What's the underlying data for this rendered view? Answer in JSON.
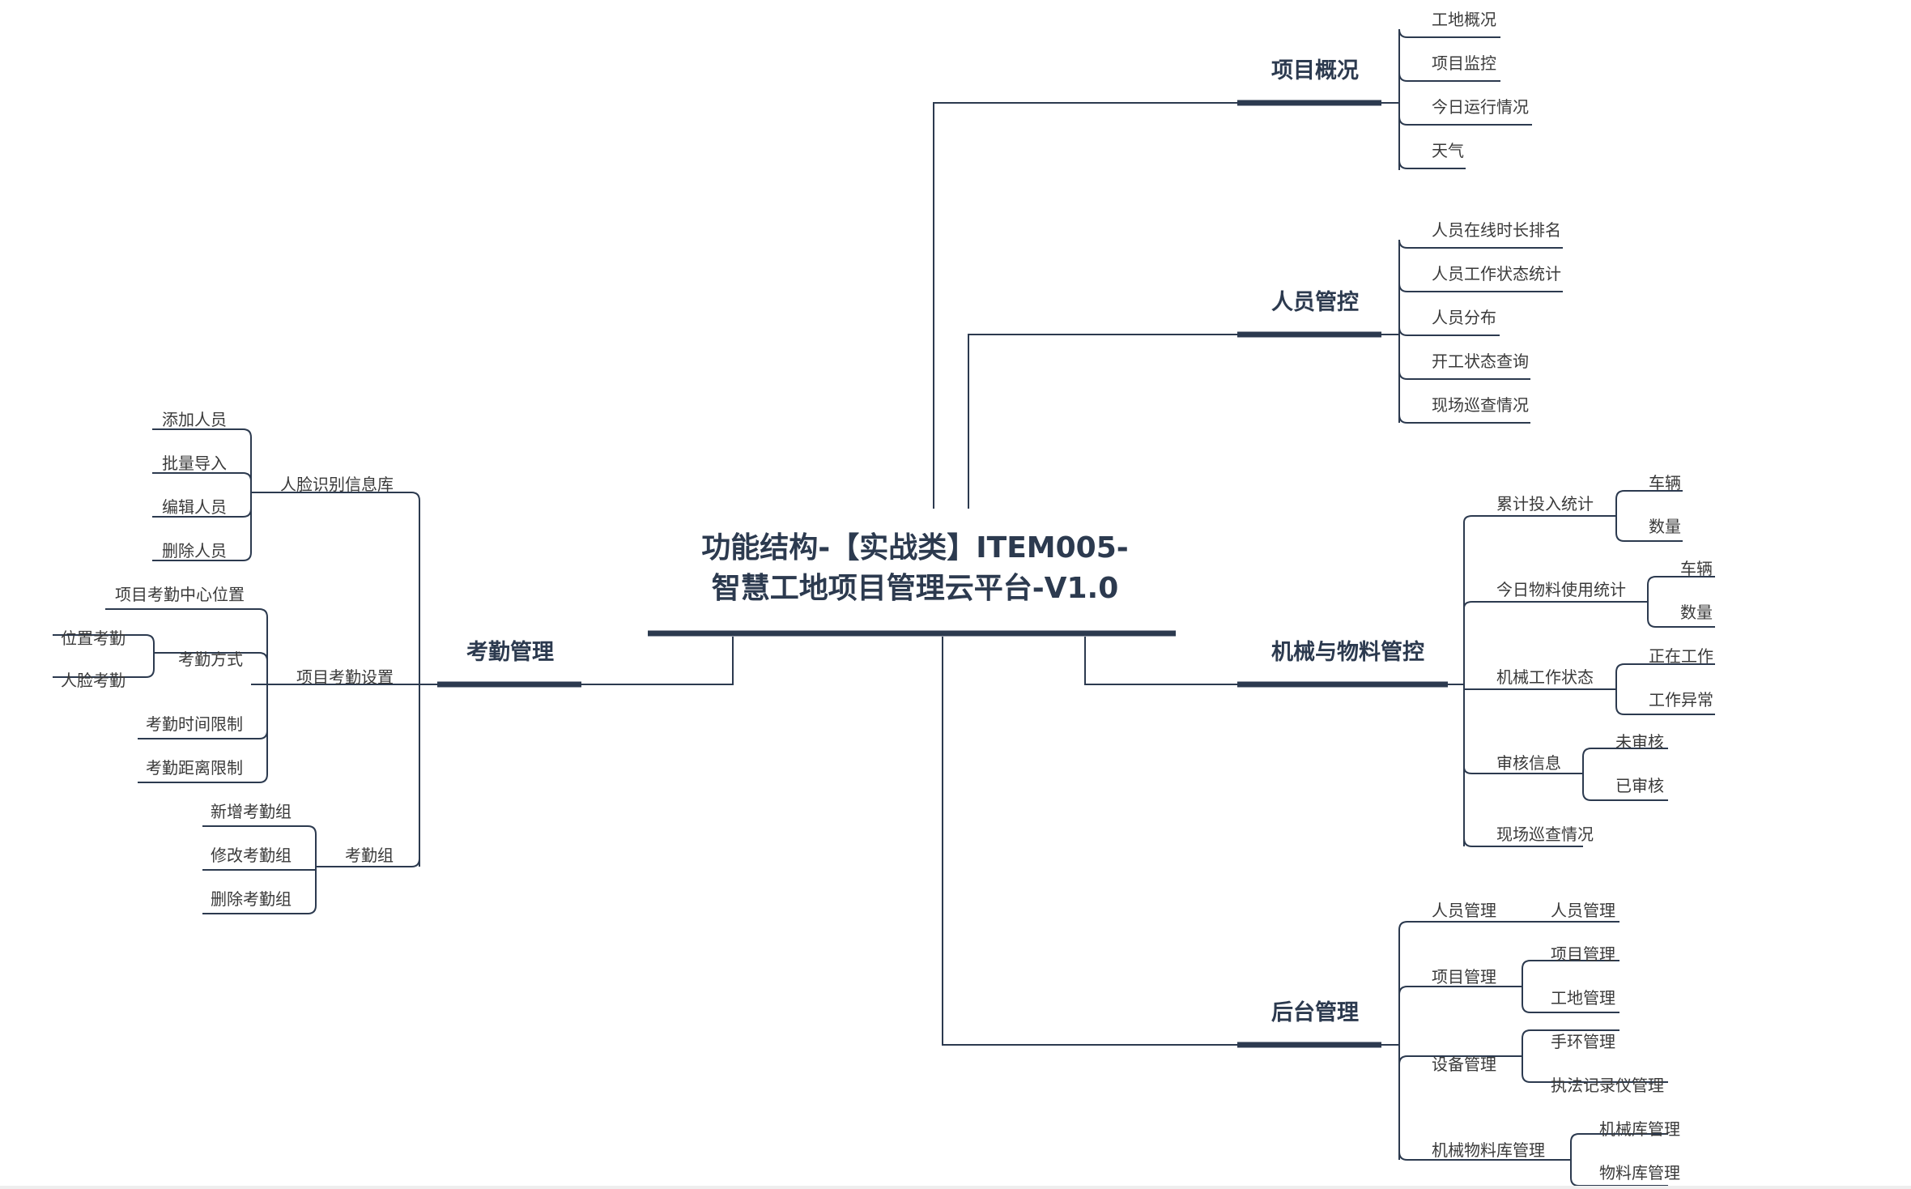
{
  "title_line1": "功能结构-【实战类】ITEM005-",
  "title_line2": "智慧工地项目管理云平台-V1.0",
  "branches": {
    "overview": {
      "label": "项目概况",
      "children": [
        "工地概况",
        "项目监控",
        "今日运行情况",
        "天气"
      ]
    },
    "personnel": {
      "label": "人员管控",
      "children": [
        "人员在线时长排名",
        "人员工作状态统计",
        "人员分布",
        "开工状态查询",
        "现场巡查情况"
      ]
    },
    "machinery": {
      "label": "机械与物料管控",
      "children": {
        "cumulative": {
          "label": "累计投入统计",
          "children": [
            "车辆",
            "数量"
          ]
        },
        "today": {
          "label": "今日物料使用统计",
          "children": [
            "车辆",
            "数量"
          ]
        },
        "status": {
          "label": "机械工作状态",
          "children": [
            "正在工作",
            "工作异常"
          ]
        },
        "audit": {
          "label": "审核信息",
          "children": [
            "未审核",
            "已审核"
          ]
        },
        "patrol": {
          "label": "现场巡查情况"
        }
      }
    },
    "backend": {
      "label": "后台管理",
      "children": {
        "people": {
          "label": "人员管理",
          "children": [
            "人员管理"
          ]
        },
        "project": {
          "label": "项目管理",
          "children": [
            "项目管理",
            "工地管理"
          ]
        },
        "device": {
          "label": "设备管理",
          "children": [
            "手环管理",
            "执法记录仪管理"
          ]
        },
        "store": {
          "label": "机械物料库管理",
          "children": [
            "机械库管理",
            "物料库管理"
          ]
        }
      }
    },
    "attendance": {
      "label": "考勤管理",
      "children": {
        "face": {
          "label": "人脸识别信息库",
          "children": [
            "添加人员",
            "批量导入",
            "编辑人员",
            "删除人员"
          ]
        },
        "setting": {
          "label": "项目考勤设置",
          "children": {
            "center": {
              "label": "项目考勤中心位置"
            },
            "method": {
              "label": "考勤方式",
              "children": [
                "位置考勤",
                "人脸考勤"
              ]
            },
            "time": {
              "label": "考勤时间限制"
            },
            "distance": {
              "label": "考勤距离限制"
            }
          }
        },
        "group": {
          "label": "考勤组",
          "children": [
            "新增考勤组",
            "修改考勤组",
            "删除考勤组"
          ]
        }
      }
    }
  },
  "colors": {
    "line": "#2c3a4f",
    "main_text": "#2c3a4f",
    "leaf_text": "#3a3a3a"
  }
}
